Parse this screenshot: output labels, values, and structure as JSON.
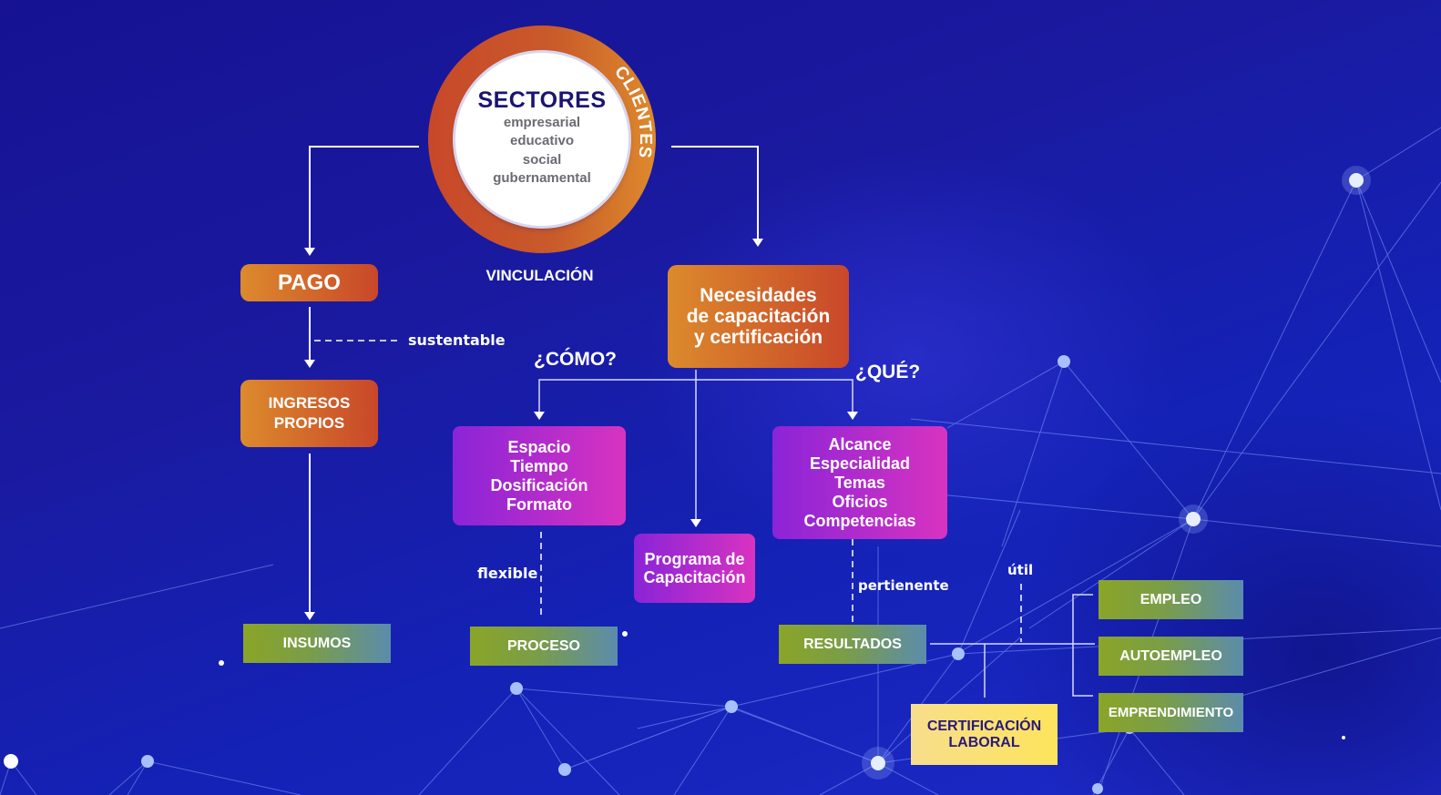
{
  "hub": {
    "ring_label": "CLIENTES",
    "title": "SECTORES",
    "sectors": [
      "empresarial",
      "educativo",
      "social",
      "gubernamental"
    ],
    "caption": "VINCULACIÓN"
  },
  "left_branch": {
    "pago": "PAGO",
    "connector_label": "sustentable",
    "ingresos": [
      "INGRESOS",
      "PROPIOS"
    ],
    "output": "INSUMOS"
  },
  "right_branch": {
    "necesidades": [
      "Necesidades",
      "de capacitación",
      "y certificación"
    ],
    "como_label": "¿CÓMO?",
    "que_label": "¿QUÉ?",
    "como_items": [
      "Espacio",
      "Tiempo",
      "Dosificación",
      "Formato"
    ],
    "programa": [
      "Programa de",
      "Capacitación"
    ],
    "que_items": [
      "Alcance",
      "Especialidad",
      "Temas",
      "Oficios",
      "Competencias"
    ],
    "flexible_label": "flexible",
    "pertinente_label": "pertienente",
    "util_label": "útil",
    "proceso": "PROCESO",
    "resultados": "RESULTADOS",
    "certificacion": [
      "CERTIFICACIÓN",
      "LABORAL"
    ],
    "outcomes": [
      "EMPLEO",
      "AUTOEMPLEO",
      "EMPRENDIMIENTO"
    ]
  },
  "colors": {
    "background": "#1a1aa0",
    "orange_start": "#dc8a2c",
    "orange_end": "#c9472a",
    "purple_start": "#8a24d8",
    "purple_end": "#d833c0",
    "green_start": "#8aa528",
    "green_end": "#5b8cac",
    "yellow": "#fde45c",
    "navy_text": "#1b1472"
  }
}
